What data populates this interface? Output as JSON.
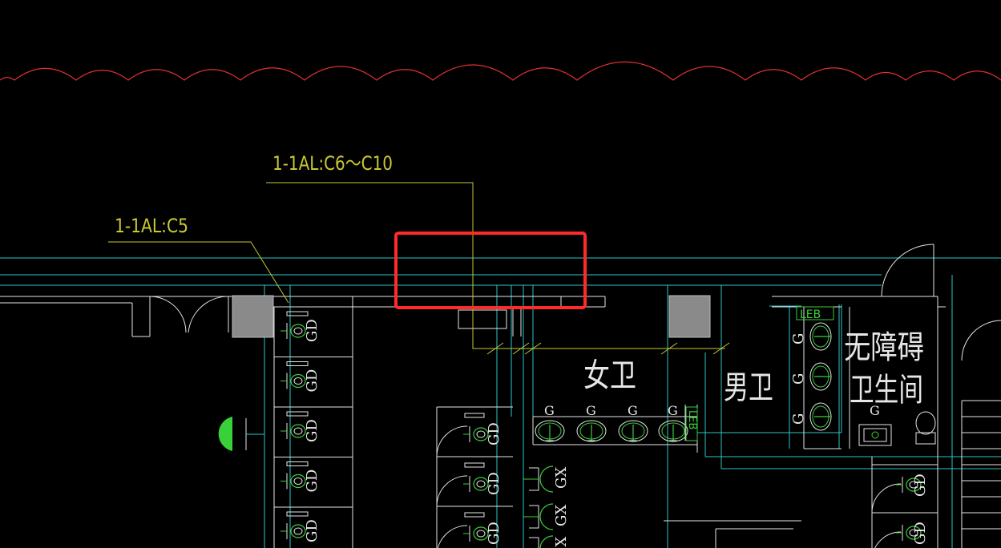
{
  "drawing": {
    "circuit_labels": {
      "left": "1-1AL:C5",
      "right": "1-1AL:C6～C10"
    },
    "rooms": {
      "womens": "女卫",
      "mens": "男卫",
      "accessible_line1": "无障碍",
      "accessible_line2": "卫生间"
    },
    "fixture_tags": {
      "gd": "GD",
      "g": "G",
      "gx": "GX",
      "leb": "LEB"
    },
    "colors": {
      "background": "#000000",
      "wall": "#e6e6e6",
      "leader": "#c8c832",
      "conduit": "#2ec4c4",
      "fixture": "#39d139",
      "revision_cloud": "#e03030",
      "highlight": "#ff2a2a",
      "column": "#8a8a8a"
    }
  }
}
